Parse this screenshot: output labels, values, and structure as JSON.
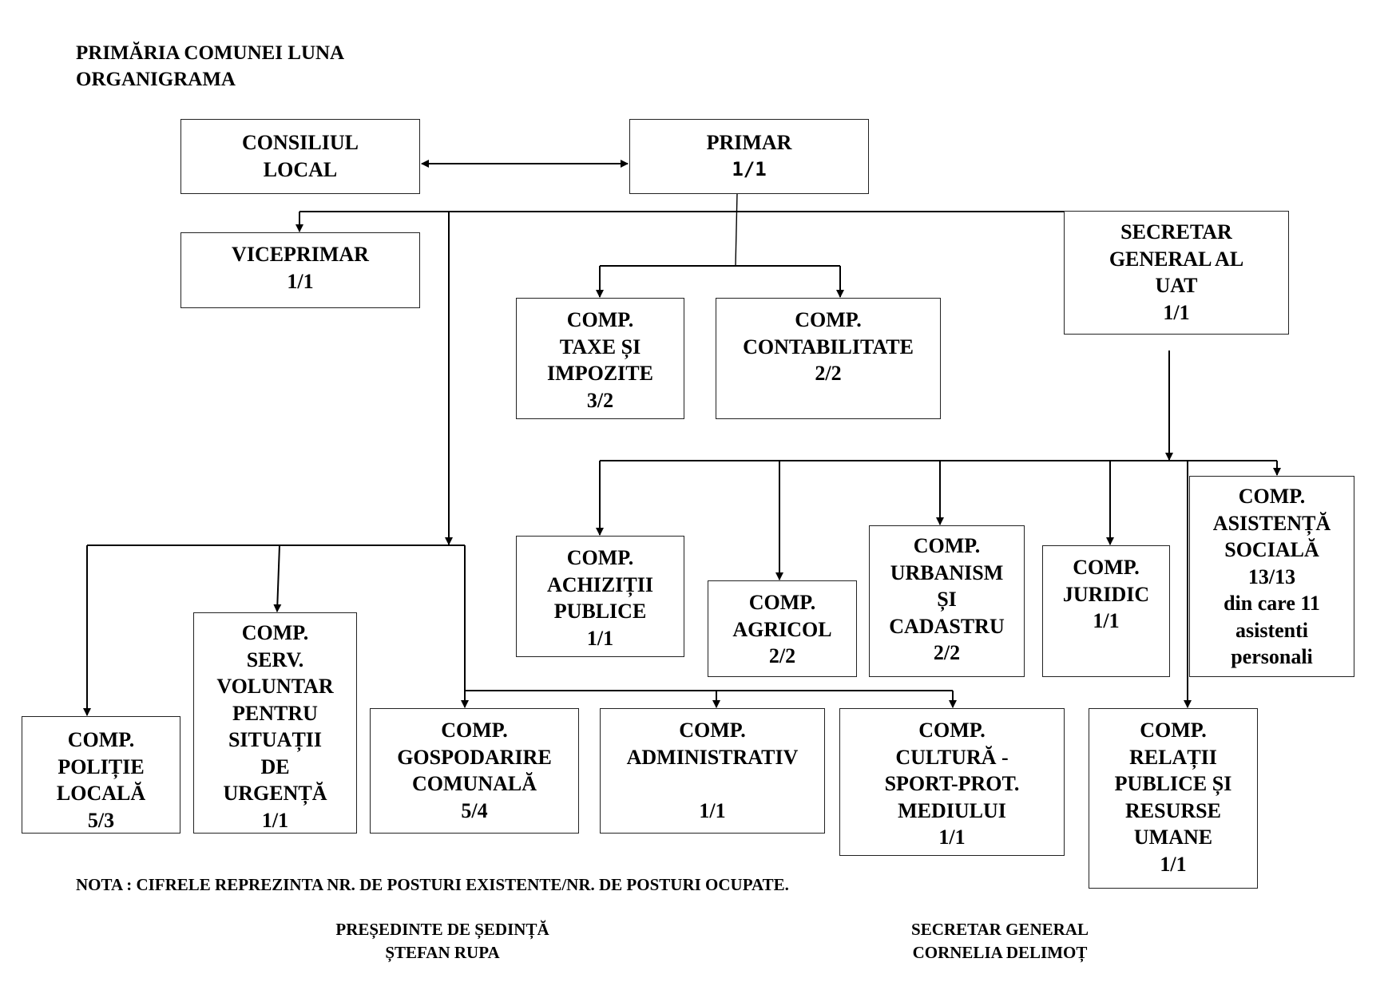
{
  "header": {
    "institution": "PRIMĂRIA COMUNEI LUNA",
    "document_title": "ORGANIGRAMA"
  },
  "nodes": {
    "consiliul_local": {
      "lines": [
        "CONSILIUL",
        "LOCAL"
      ]
    },
    "primar": {
      "lines": [
        "PRIMAR"
      ],
      "posts": "1/1"
    },
    "viceprimar": {
      "lines": [
        "VICEPRIMAR"
      ],
      "posts": "1/1"
    },
    "taxe_impozite": {
      "lines": [
        "COMP.",
        "TAXE ȘI",
        "IMPOZITE"
      ],
      "posts": "3/2"
    },
    "contabilitate": {
      "lines": [
        "COMP.",
        "CONTABILITATE"
      ],
      "posts": "2/2"
    },
    "secretar_general": {
      "lines": [
        "SECRETAR",
        "GENERAL AL",
        "UAT"
      ],
      "posts": "1/1"
    },
    "achizitii_publice": {
      "lines": [
        "COMP.",
        "ACHIZIȚII",
        "PUBLICE"
      ],
      "posts": "1/1"
    },
    "agricol": {
      "lines": [
        "COMP.",
        "AGRICOL"
      ],
      "posts": "2/2"
    },
    "urbanism_cadastru": {
      "lines": [
        "COMP.",
        "URBANISM",
        "ȘI",
        "CADASTRU"
      ],
      "posts": "2/2"
    },
    "juridic": {
      "lines": [
        "COMP.",
        "JURIDIC"
      ],
      "posts": "1/1"
    },
    "asistenta_sociala": {
      "lines": [
        "COMP.",
        "ASISTENȚĂ",
        "SOCIALĂ"
      ],
      "posts": "13/13",
      "extra": [
        "din care 11",
        "asistenti",
        "personali"
      ]
    },
    "politie_locala": {
      "lines": [
        "COMP.",
        "POLIȚIE",
        "LOCALĂ"
      ],
      "posts": "5/3"
    },
    "serviciu_voluntar": {
      "lines": [
        "COMP.",
        "SERV.",
        "VOLUNTAR",
        "PENTRU",
        "SITUAȚII",
        "DE",
        "URGENȚĂ"
      ],
      "posts": "1/1"
    },
    "gospodarire_comunala": {
      "lines": [
        "COMP.",
        "GOSPODARIRE",
        "COMUNALĂ"
      ],
      "posts": "5/4"
    },
    "administrativ": {
      "lines": [
        "COMP.",
        "ADMINISTRATIV",
        ""
      ],
      "posts": "1/1"
    },
    "cultura_sport": {
      "lines": [
        "COMP.",
        "CULTURĂ -",
        "SPORT-PROT.",
        "MEDIULUI"
      ],
      "posts": "1/1"
    },
    "relatii_publice_ru": {
      "lines": [
        "COMP.",
        "RELAȚII",
        "PUBLICE ȘI",
        "RESURSE",
        "UMANE"
      ],
      "posts": "1/1"
    }
  },
  "note": "NOTA : CIFRELE REPREZINTA NR. DE POSTURI EXISTENTE/NR. DE POSTURI OCUPATE.",
  "signatures": {
    "left": {
      "role": "PREȘEDINTE DE ȘEDINȚĂ",
      "name": "ȘTEFAN RUPA"
    },
    "right": {
      "role": "SECRETAR GENERAL",
      "name": "CORNELIA DELIMOȚ"
    }
  }
}
